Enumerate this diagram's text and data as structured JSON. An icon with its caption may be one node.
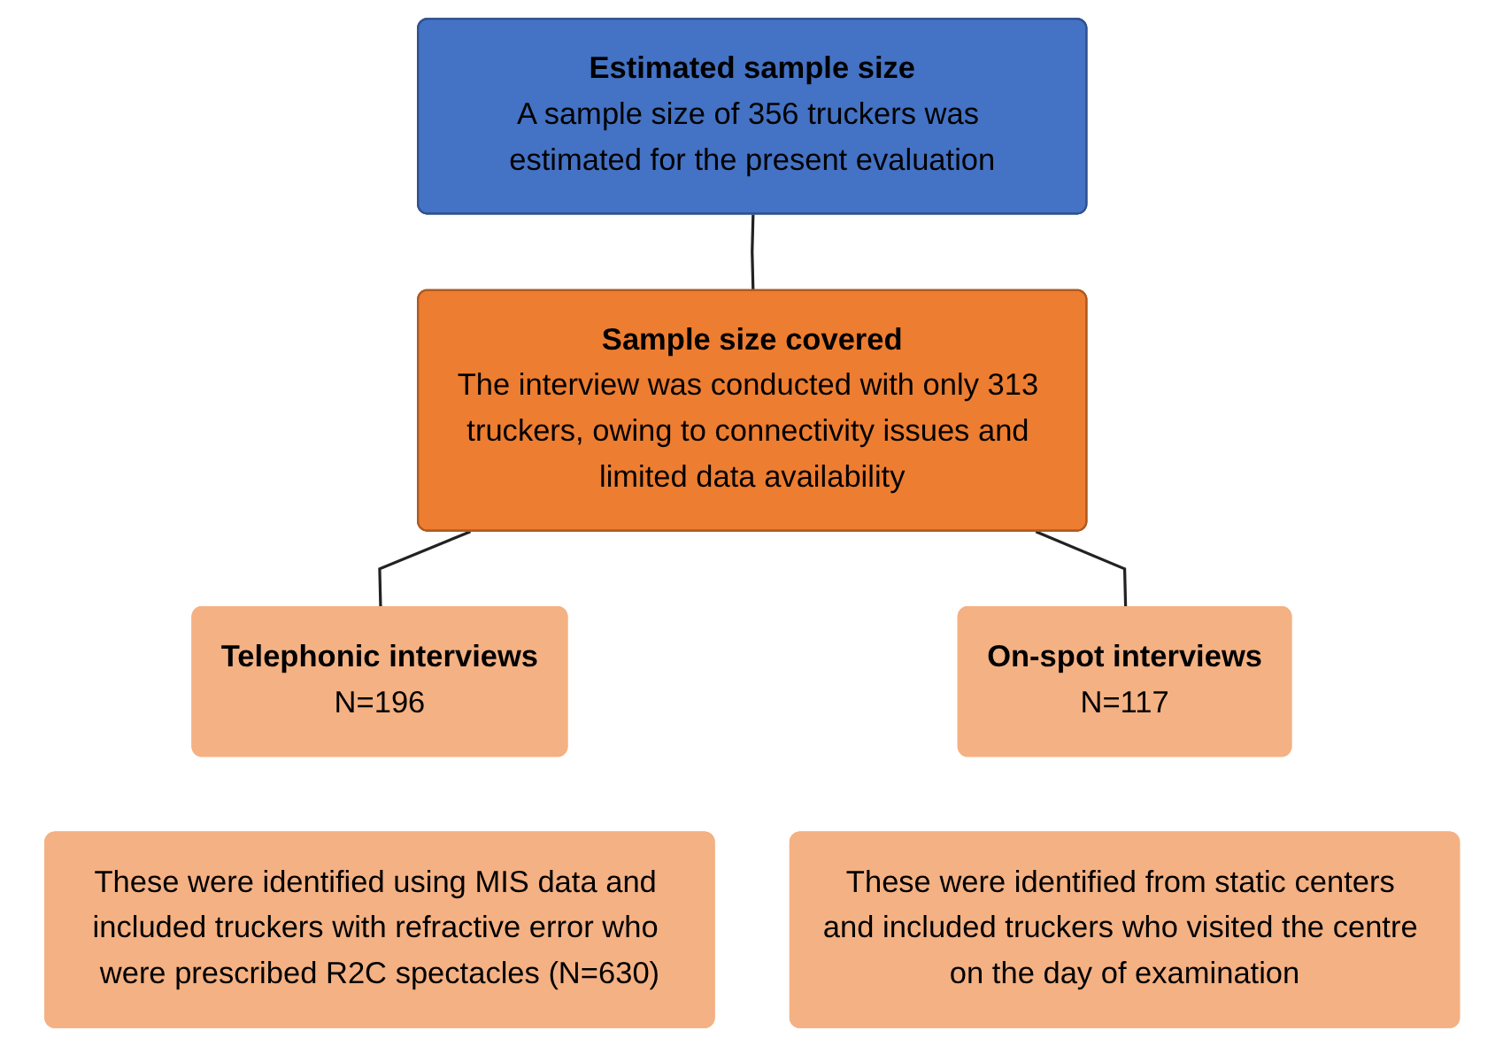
{
  "diagram": {
    "nodes": [
      {
        "text": [
          "Estimated sample size",
          "A sample size of 356 truckers was estimated for the present evaluation"
        ]
      },
      {
        "text": [
          "Sample size covered",
          "The interview was conducted with only 313 truckers, owing to connectivity issues and limited data availability"
        ]
      },
      {
        "text": [
          "Telephonic interviews",
          "N=196"
        ]
      },
      {
        "text": [
          "On-spot interviews",
          "N=117"
        ]
      },
      {
        "text": [
          "These were identified using MIS data and included truckers with refractive error who were prescribed R2C spectacles (N=630)"
        ]
      },
      {
        "text": [
          "These were identified from static centers and included truckers who visited the centre on the day of examination"
        ]
      }
    ],
    "edges": [
      {
        "from": 0,
        "to": 1,
        "arrow": "none"
      },
      {
        "from": 1,
        "to": 2,
        "arrow": "none"
      },
      {
        "from": 1,
        "to": 3,
        "arrow": "none"
      }
    ]
  }
}
